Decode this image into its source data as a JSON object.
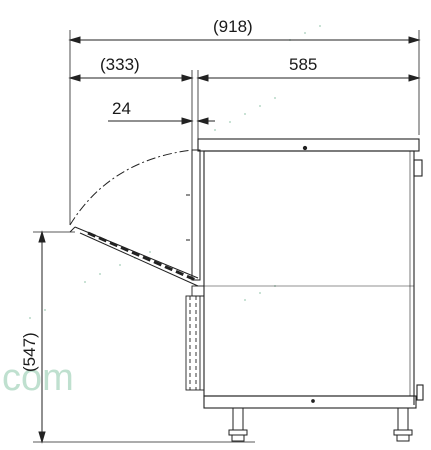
{
  "dimensions": {
    "overall_depth": "(918)",
    "lid_swing": "(333)",
    "body_depth": "585",
    "lid_offset": "24",
    "open_lid_height": "(547)"
  },
  "watermark": {
    "text": "com",
    "color": "#bfe0cf"
  },
  "colors": {
    "line": "#222222",
    "faint_dots": "#b8d8c8"
  }
}
